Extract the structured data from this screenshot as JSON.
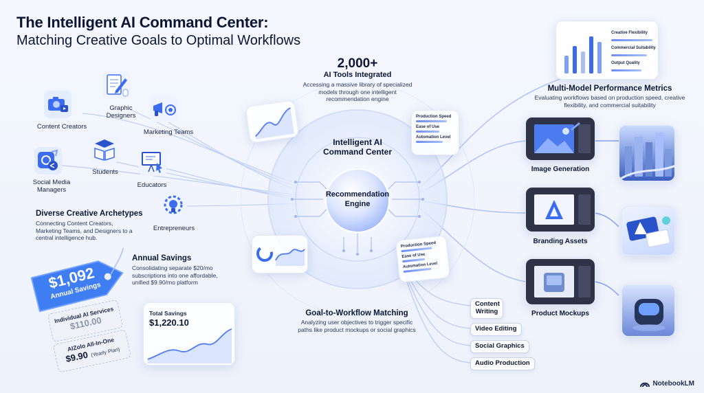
{
  "header": {
    "title": "The Intelligent AI Command Center:",
    "subtitle": "Matching Creative Goals to Optimal Workflows"
  },
  "archetypes": {
    "content_creators": "Content Creators",
    "graphic_designers": "Graphic\nDesigners",
    "marketing_teams": "Marketing Teams",
    "social_media_managers": "Social Media\nManagers",
    "students": "Students",
    "educators": "Educators",
    "entrepreneurs": "Entrepreneurs",
    "heading": "Diverse Creative Archetypes",
    "description": "Connecting Content Creators, Marketing Teams, and Designers to a central intelligence hub."
  },
  "tools": {
    "count": "2,000+",
    "heading": "AI Tools Integrated",
    "description": "Accessing a massive library of specialized models through one intelligent recommendation engine"
  },
  "hub": {
    "title": "Intelligent AI\nCommand Center",
    "engine": "Recommendation\nEngine"
  },
  "mini_panel": {
    "production_speed": "Production Speed",
    "ease_of_use": "Ease of Use",
    "automation_level": "Automation Level"
  },
  "metrics": {
    "heading": "Multi-Model Performance Metrics",
    "description": "Evaluating workflows based on production speed, creative flexibility, and commercial suitability",
    "card_labels": [
      "Creative Flexibility",
      "Commercial Suitability",
      "Output Quality"
    ]
  },
  "outputs": {
    "image_generation": "Image Generation",
    "branding_assets": "Branding Assets",
    "product_mockups": "Product Mockups"
  },
  "matching": {
    "heading": "Goal-to-Workflow Matching",
    "description": "Analyzing user objectives to trigger specific paths like product mockups or social graphics",
    "paths": [
      "Content\nWriting",
      "Video Editing",
      "Social Graphics",
      "Audio Production"
    ]
  },
  "savings": {
    "heading": "Annual Savings",
    "description": "Consolidating separate $20/mo subscriptions into one affordable, unified $9.90/mo platform",
    "tag_value": "$1,092",
    "tag_label": "Annual Savings",
    "individual_label": "Individual AI Services",
    "individual_value": "$110.00",
    "allinone_label": "AIZolo All-In-One",
    "allinone_value": "$9.90",
    "allinone_note": "(Yearly Plan)",
    "chart_label": "Total Savings",
    "chart_value": "$1,220.10"
  },
  "brand": "NotebookLM",
  "colors": {
    "accent": "#3b6cf0",
    "tag": "#3f7df2",
    "navy": "#0c1633"
  }
}
